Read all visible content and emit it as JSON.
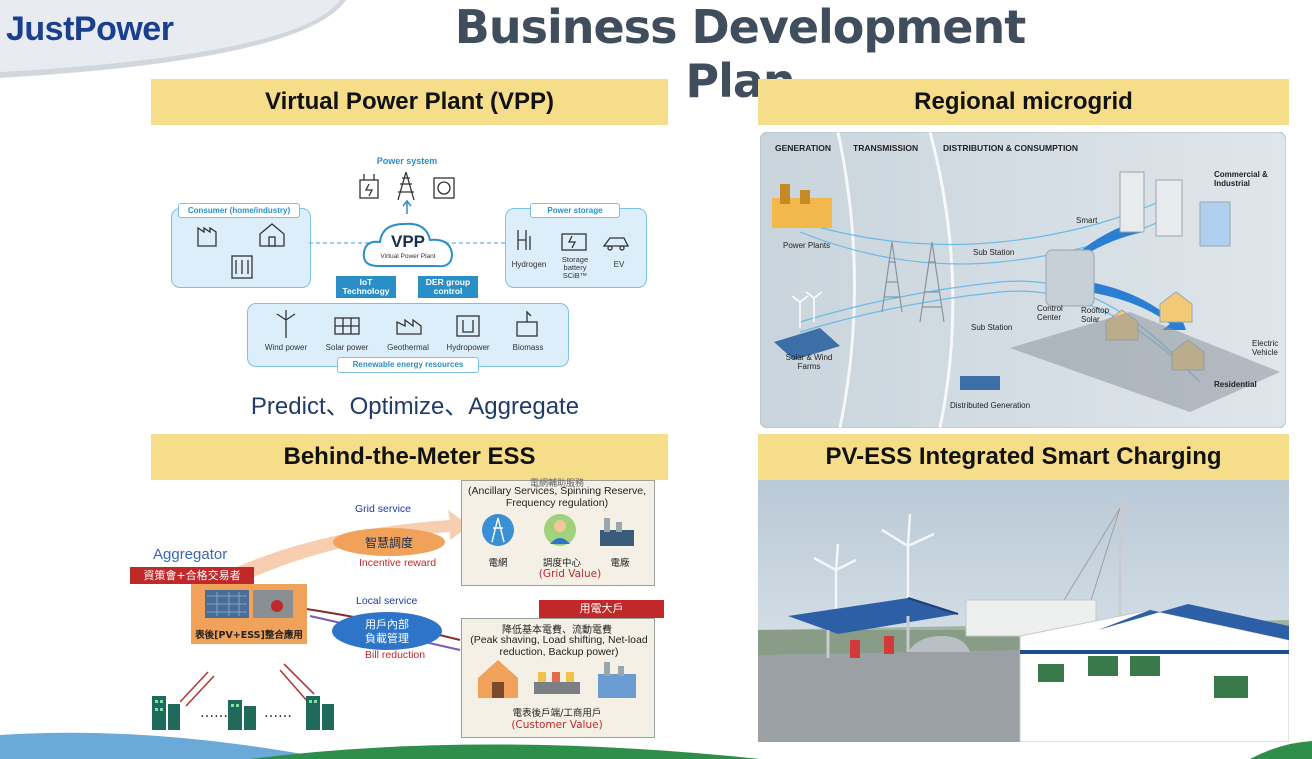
{
  "header": {
    "logo": "JustPower",
    "title": "Business Development Plan"
  },
  "vpp": {
    "heading": "Virtual Power Plant (VPP)",
    "power_system": "Power system",
    "consumer_label": "Consumer (home/industry)",
    "storage_label": "Power storage",
    "center_title": "VPP",
    "center_sub": "Virtual Power Plant",
    "iot_label": "IoT Technology",
    "der_label": "DER group control",
    "storage_items": [
      "Hydrogen",
      "Storage battery SCiB™",
      "EV"
    ],
    "renewables": [
      "Wind power",
      "Solar power",
      "Geothermal",
      "Hydropower",
      "Biomass"
    ],
    "renewable_label": "Renewable energy resources",
    "tagline": "Predict、Optimize、Aggregate"
  },
  "microgrid": {
    "heading": "Regional microgrid",
    "col_headers": [
      "GENERATION",
      "TRANSMISSION",
      "DISTRIBUTION & CONSUMPTION"
    ],
    "labels": {
      "power_plants": "Power Plants",
      "solar_wind": "Solar & Wind Farms",
      "sub_station_1": "Sub Station",
      "sub_station_2": "Sub Station",
      "control_center": "Control Center",
      "commercial": "Commercial & Industrial",
      "smart": "Smart",
      "rooftop": "Rooftop Solar",
      "electric_vehicle": "Electric Vehicle",
      "residential": "Residential",
      "distributed": "Distributed Generation"
    }
  },
  "ess": {
    "heading": "Behind-the-Meter ESS",
    "grid_service": "Grid service",
    "smart_dispatch": "智慧調度",
    "incentive": "Incentive reward",
    "aggregator": "Aggregator",
    "aggregator_tag": "資策會+合格交易者",
    "aggregator_box": "表後[PV+ESS]整合應用",
    "local_service": "Local service",
    "load_mgmt_1": "用戶內部",
    "load_mgmt_2": "負載管理",
    "bill_reduction": "Bill reduction",
    "grid_box_top": "電網輔助服務",
    "grid_box_text": "(Ancillary Services, Spinning Reserve, Frequency regulation)",
    "grid_icons": [
      "電網",
      "調度中心",
      "電廠"
    ],
    "grid_value": "(Grid Value)",
    "big_user_tag": "用電大戶",
    "customer_box_title": "降低基本電費、流動電費",
    "customer_box_text": "(Peak shaving, Load shifting, Net-load reduction, Backup  power)",
    "customer_sub": "電表後戶端/工商用戶",
    "customer_value": "(Customer Value)",
    "dots": "……"
  },
  "pv": {
    "heading": "PV-ESS  Integrated Smart Charging"
  },
  "colors": {
    "band": "#f5dd8a",
    "title": "#3f4d5c",
    "logo": "#1b3f8f",
    "vpp_blue": "#2a8fc9",
    "ess_orange": "#f0a25a",
    "ess_red": "#c0282a"
  }
}
